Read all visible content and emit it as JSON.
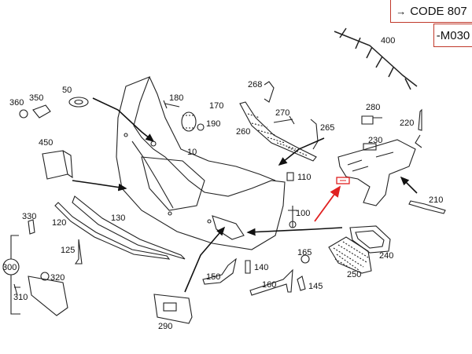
{
  "header": {
    "code_label": "CODE 807",
    "code_arrow": "→",
    "variant_label": "-M030"
  },
  "callouts": {
    "c10": "10",
    "c50": "50",
    "c100": "100",
    "c110": "110",
    "c120": "120",
    "c125": "125",
    "c130": "130",
    "c140": "140",
    "c145": "145",
    "c150": "150",
    "c160": "160",
    "c165": "165",
    "c170": "170",
    "c180": "180",
    "c190": "190",
    "c210": "210",
    "c220": "220",
    "c230": "230",
    "c240": "240",
    "c250": "250",
    "c260": "260",
    "c265": "265",
    "c268": "268",
    "c270": "270",
    "c280": "280",
    "c290": "290",
    "c300": "300",
    "c310": "310",
    "c320": "320",
    "c330": "330",
    "c350": "350",
    "c360": "360",
    "c400": "400",
    "c450": "450"
  },
  "colors": {
    "line": "#222222",
    "accent": "#e02020",
    "frame": "#c0392b"
  }
}
